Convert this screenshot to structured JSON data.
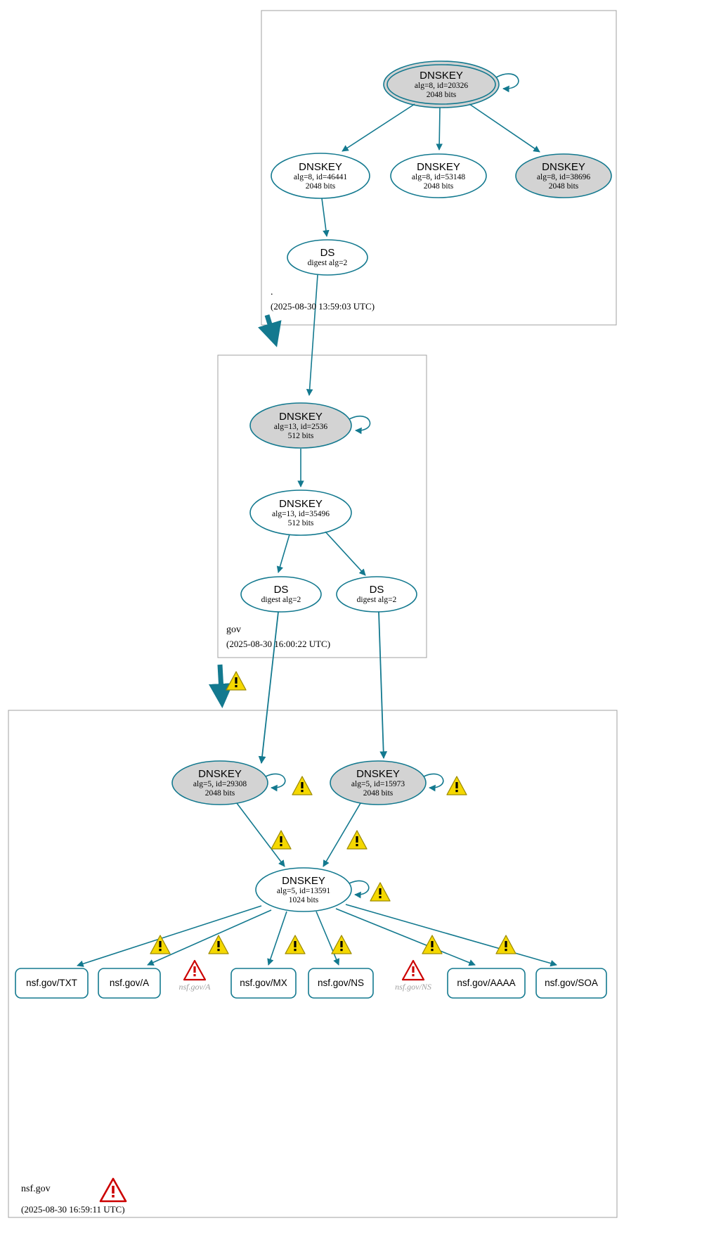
{
  "diagram": {
    "type": "dnssec-authentication-chain",
    "colors": {
      "edge": "#13798f",
      "node_stroke": "#13798f",
      "node_fill_secure": "#d3d3d3",
      "node_fill_plain": "#ffffff",
      "zone_border": "#a0a0a0",
      "warning_fill": "#f5d800",
      "warning_stroke": "#b8a000",
      "error_fill": "#ffffff",
      "error_stroke": "#cc0000",
      "text": "#000000",
      "nxdomain_text": "#a0a0a0"
    },
    "zones": [
      {
        "id": "root",
        "name": ".",
        "timestamp": "(2025-08-30 13:59:03 UTC)",
        "nodes": [
          {
            "id": "root-ksk-20326",
            "type": "DNSKEY",
            "title": "DNSKEY",
            "line2": "alg=8, id=20326",
            "line3": "2048 bits",
            "trust_anchor": true,
            "secure": true,
            "self_sign": true
          },
          {
            "id": "root-zsk-46441",
            "type": "DNSKEY",
            "title": "DNSKEY",
            "line2": "alg=8, id=46441",
            "line3": "2048 bits",
            "trust_anchor": false,
            "secure": false,
            "self_sign": false
          },
          {
            "id": "root-zsk-53148",
            "type": "DNSKEY",
            "title": "DNSKEY",
            "line2": "alg=8, id=53148",
            "line3": "2048 bits",
            "trust_anchor": false,
            "secure": false,
            "self_sign": false
          },
          {
            "id": "root-zsk-38696",
            "type": "DNSKEY",
            "title": "DNSKEY",
            "line2": "alg=8, id=38696",
            "line3": "2048 bits",
            "trust_anchor": false,
            "secure": true,
            "self_sign": false
          },
          {
            "id": "root-ds-gov",
            "type": "DS",
            "title": "DS",
            "line2": "digest alg=2",
            "line3": "",
            "trust_anchor": false,
            "secure": false,
            "self_sign": false
          }
        ]
      },
      {
        "id": "gov",
        "name": "gov",
        "timestamp": "(2025-08-30 16:00:22 UTC)",
        "nodes": [
          {
            "id": "gov-ksk-2536",
            "type": "DNSKEY",
            "title": "DNSKEY",
            "line2": "alg=13, id=2536",
            "line3": "512 bits",
            "trust_anchor": false,
            "secure": true,
            "self_sign": true
          },
          {
            "id": "gov-zsk-35496",
            "type": "DNSKEY",
            "title": "DNSKEY",
            "line2": "alg=13, id=35496",
            "line3": "512 bits",
            "trust_anchor": false,
            "secure": false,
            "self_sign": false
          },
          {
            "id": "gov-ds-1",
            "type": "DS",
            "title": "DS",
            "line2": "digest alg=2",
            "line3": "",
            "trust_anchor": false,
            "secure": false,
            "self_sign": false
          },
          {
            "id": "gov-ds-2",
            "type": "DS",
            "title": "DS",
            "line2": "digest alg=2",
            "line3": "",
            "trust_anchor": false,
            "secure": false,
            "self_sign": false
          }
        ]
      },
      {
        "id": "nsfgov",
        "name": "nsf.gov",
        "timestamp": "(2025-08-30 16:59:11 UTC)",
        "has_error_badge": true,
        "nodes": [
          {
            "id": "nsf-ksk-29308",
            "type": "DNSKEY",
            "title": "DNSKEY",
            "line2": "alg=5, id=29308",
            "line3": "2048 bits",
            "trust_anchor": false,
            "secure": true,
            "self_sign": true
          },
          {
            "id": "nsf-ksk-15973",
            "type": "DNSKEY",
            "title": "DNSKEY",
            "line2": "alg=5, id=15973",
            "line3": "2048 bits",
            "trust_anchor": false,
            "secure": true,
            "self_sign": true
          },
          {
            "id": "nsf-zsk-13591",
            "type": "DNSKEY",
            "title": "DNSKEY",
            "line2": "alg=5, id=13591",
            "line3": "1024 bits",
            "trust_anchor": false,
            "secure": false,
            "self_sign": true
          }
        ],
        "rrsets": [
          {
            "id": "rr-txt",
            "label": "nsf.gov/TXT",
            "status": "ok"
          },
          {
            "id": "rr-a",
            "label": "nsf.gov/A",
            "status": "ok"
          },
          {
            "id": "rr-a-nx",
            "label": "nsf.gov/A",
            "status": "error"
          },
          {
            "id": "rr-mx",
            "label": "nsf.gov/MX",
            "status": "ok"
          },
          {
            "id": "rr-ns",
            "label": "nsf.gov/NS",
            "status": "ok"
          },
          {
            "id": "rr-ns-nx",
            "label": "nsf.gov/NS",
            "status": "error"
          },
          {
            "id": "rr-aaaa",
            "label": "nsf.gov/AAAA",
            "status": "ok"
          },
          {
            "id": "rr-soa",
            "label": "nsf.gov/SOA",
            "status": "ok"
          }
        ]
      }
    ],
    "warning_icon_count": 11,
    "error_icon_count": 3,
    "icons": {
      "warning": "warning-triangle-icon",
      "error": "error-triangle-icon"
    }
  }
}
